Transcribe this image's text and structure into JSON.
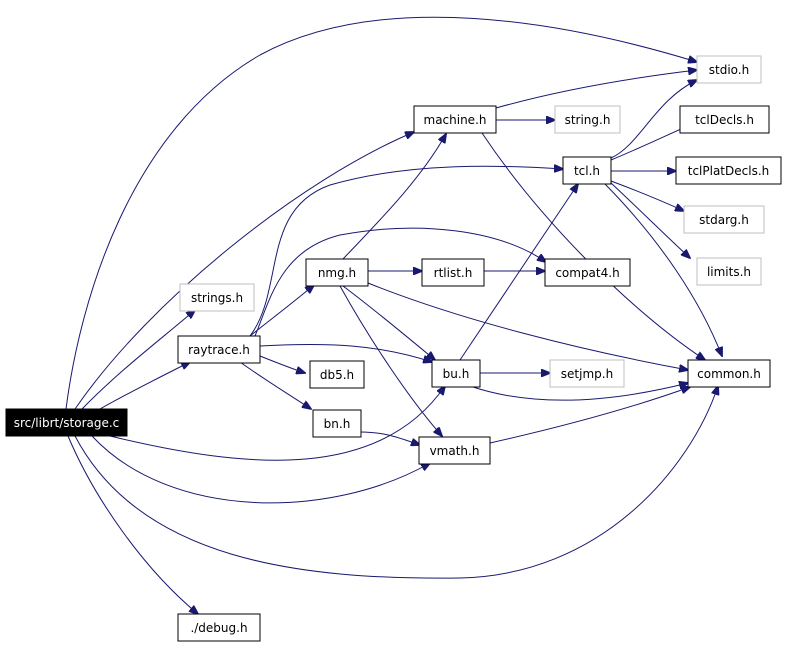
{
  "colors": {
    "edge": "#191970",
    "node_border": "#000000",
    "missing_border": "#bfbfbf",
    "root_fill": "#000000",
    "root_text": "#ffffff"
  },
  "nodes": {
    "storage_c": "src/librt/storage.c",
    "stdio_h": "stdio.h",
    "machine_h": "machine.h",
    "string_h": "string.h",
    "tcl_h": "tcl.h",
    "tclDecls_h": "tclDecls.h",
    "tclPlatDecls_h": "tclPlatDecls.h",
    "stdarg_h": "stdarg.h",
    "nmg_h": "nmg.h",
    "rtlist_h": "rtlist.h",
    "compat4_h": "compat4.h",
    "limits_h": "limits.h",
    "strings_h": "strings.h",
    "raytrace_h": "raytrace.h",
    "db5_h": "db5.h",
    "bu_h": "bu.h",
    "setjmp_h": "setjmp.h",
    "common_h": "common.h",
    "bn_h": "bn.h",
    "vmath_h": "vmath.h",
    "debug_h": "./debug.h"
  }
}
